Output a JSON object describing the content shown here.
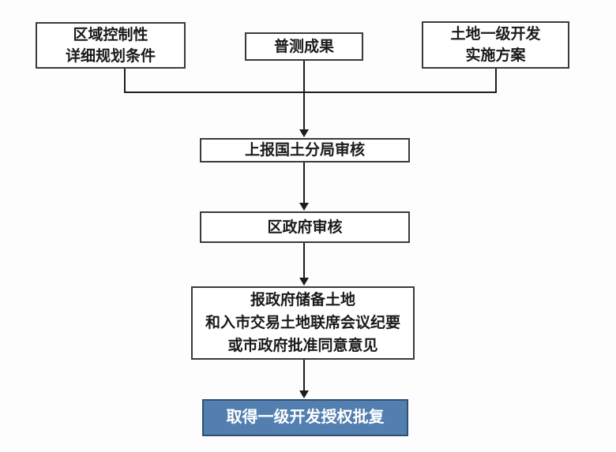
{
  "diagram": {
    "type": "flowchart",
    "nodes": [
      {
        "id": "planning_conditions",
        "lines": [
          "区域控制性",
          "详细规划条件"
        ]
      },
      {
        "id": "survey_results",
        "lines": [
          "普测成果"
        ]
      },
      {
        "id": "land_dev_plan",
        "lines": [
          "土地一级开发",
          "实施方案"
        ]
      },
      {
        "id": "report_bureau",
        "lines": [
          "上报国土分局审核"
        ]
      },
      {
        "id": "district_gov",
        "lines": [
          "区政府审核"
        ]
      },
      {
        "id": "joint_meeting",
        "lines": [
          "报政府储备土地",
          "和入市交易土地联席会议纪要",
          "或市政府批准同意意见"
        ]
      },
      {
        "id": "authorization_approval",
        "lines": [
          "取得一级开发授权批复"
        ]
      }
    ],
    "edges": [
      {
        "from": "planning_conditions",
        "to": "report_bureau"
      },
      {
        "from": "survey_results",
        "to": "report_bureau"
      },
      {
        "from": "land_dev_plan",
        "to": "report_bureau"
      },
      {
        "from": "report_bureau",
        "to": "district_gov"
      },
      {
        "from": "district_gov",
        "to": "joint_meeting"
      },
      {
        "from": "joint_meeting",
        "to": "authorization_approval"
      }
    ],
    "colors": {
      "box_fill": "#ffffff",
      "box_border": "#3a3a3a",
      "line": "#1c1c1c",
      "text": "#1a1a1a",
      "highlight_fill": "#527fb0",
      "highlight_border": "#2f4f74",
      "highlight_text": "#ffffff",
      "background": "#fdfdfd"
    }
  }
}
